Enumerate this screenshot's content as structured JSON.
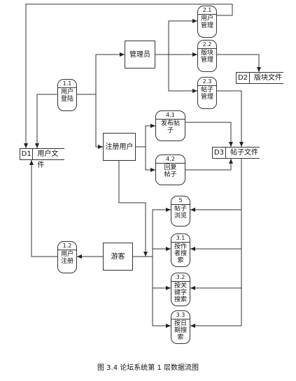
{
  "entities": {
    "admin": "管理员",
    "registered_user": "注册用户",
    "guest": "游客"
  },
  "processes": {
    "p1_1": {
      "num": "1.1",
      "label": "用户\n登陆"
    },
    "p1_2": {
      "num": "1.2",
      "label": "用户\n注册"
    },
    "p2_1": {
      "num": "2.1",
      "label": "用户\n管理"
    },
    "p2_2": {
      "num": "2.2",
      "label": "版块\n管理"
    },
    "p2_3": {
      "num": "2.3",
      "label": "帖子\n管理"
    },
    "p4_1": {
      "num": "4.1",
      "label": "发布帖\n子"
    },
    "p4_2": {
      "num": "4.2",
      "label": "回复\n帖子"
    },
    "p5": {
      "num": "5",
      "label": "帖子\n浏览"
    },
    "p3_1": {
      "num": "3.1",
      "label": "按作\n者搜\n索"
    },
    "p3_2": {
      "num": "3.2",
      "label": "按关\n键字\n搜索"
    },
    "p3_3": {
      "num": "3.3",
      "label": "按日\n期搜\n索"
    }
  },
  "stores": {
    "d1": {
      "id": "D1",
      "name": "用户文件"
    },
    "d2": {
      "id": "D2",
      "name": "版块文件"
    },
    "d3": {
      "id": "D3",
      "name": "帖子文件"
    }
  },
  "caption": "图 3.4 论坛系统第 1 层数据流图"
}
